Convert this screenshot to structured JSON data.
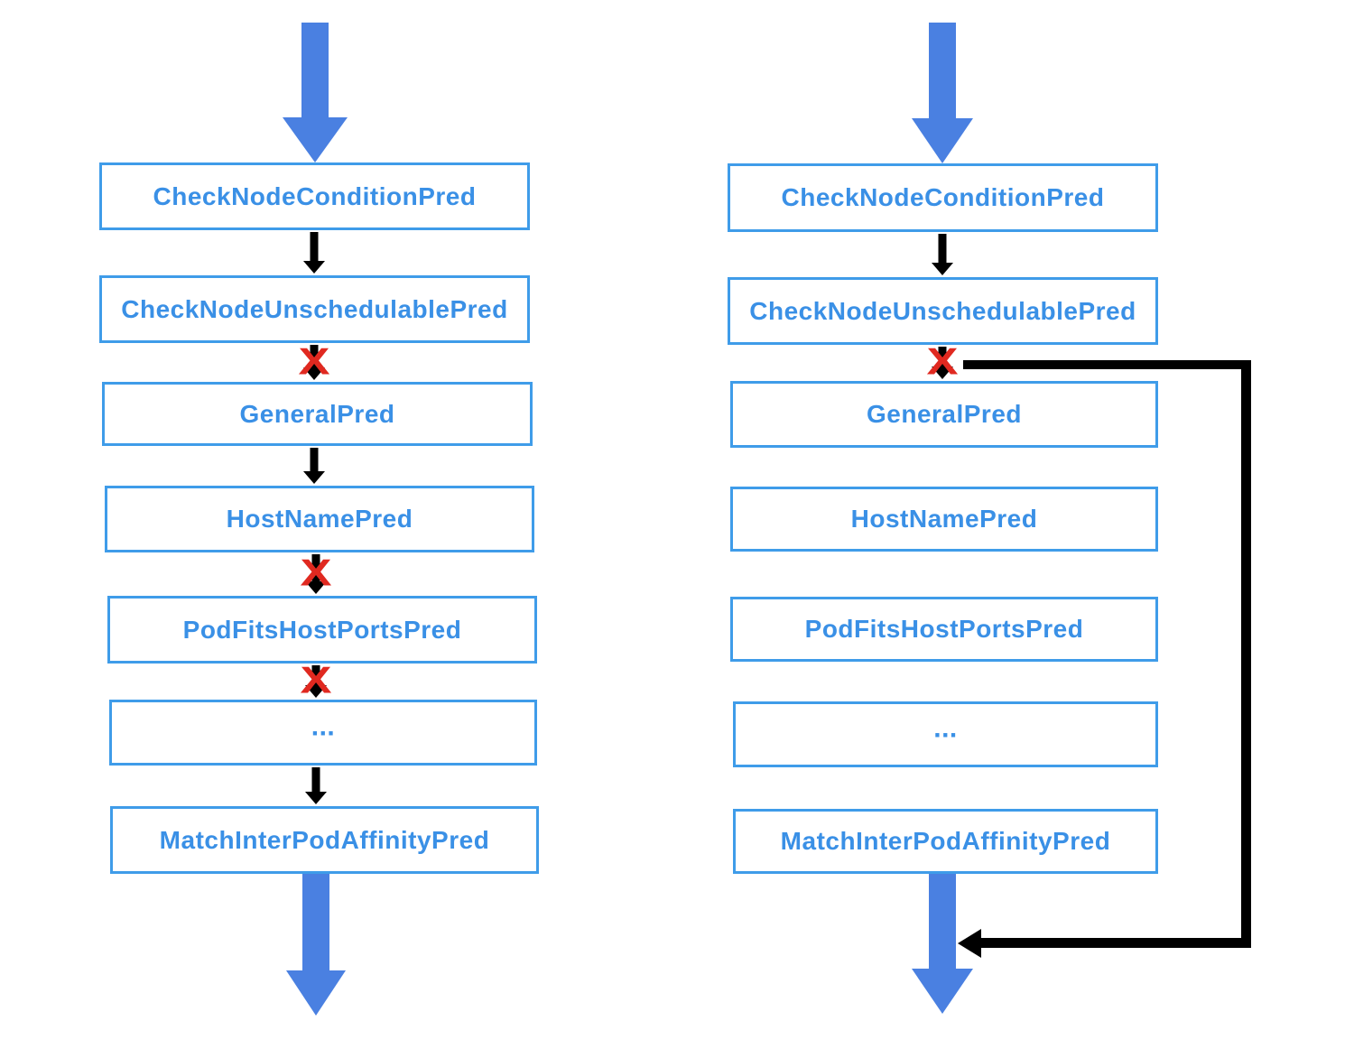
{
  "glyphs": {
    "fail_x": "X"
  },
  "colors": {
    "box_border": "#3f9ce9",
    "box_text": "#3a90e6",
    "big_arrow_blue": "#4a80e1",
    "connector_black": "#000000",
    "fail_x_red": "#e02920",
    "background": "#ffffff"
  },
  "flows": {
    "left": {
      "nodes": [
        "CheckNodeConditionPred",
        "CheckNodeUnschedulablePred",
        "GeneralPred",
        "HostNamePred",
        "PodFitsHostPortsPred",
        "...",
        "MatchInterPodAffinityPred"
      ],
      "connectors": [
        {
          "from": 0,
          "to": 1,
          "type": "pass-arrow"
        },
        {
          "from": 1,
          "to": 2,
          "type": "fail-x-arrow"
        },
        {
          "from": 2,
          "to": 3,
          "type": "pass-arrow"
        },
        {
          "from": 3,
          "to": 4,
          "type": "fail-x-arrow"
        },
        {
          "from": 4,
          "to": 5,
          "type": "fail-x-arrow"
        },
        {
          "from": 5,
          "to": 6,
          "type": "pass-arrow"
        }
      ],
      "entry": "big-down-arrow",
      "exit": "big-down-arrow"
    },
    "right": {
      "nodes": [
        "CheckNodeConditionPred",
        "CheckNodeUnschedulablePred",
        "GeneralPred",
        "HostNamePred",
        "PodFitsHostPortsPred",
        "...",
        "MatchInterPodAffinityPred"
      ],
      "connectors": [
        {
          "from": 0,
          "to": 1,
          "type": "pass-arrow"
        },
        {
          "from": 1,
          "to": 2,
          "type": "fail-x-arrow"
        }
      ],
      "skip_edge": {
        "from_after": "CheckNodeUnschedulablePred",
        "to": "exit-arrow",
        "shape": "right-elbow-bypass"
      },
      "entry": "big-down-arrow",
      "exit": "big-down-arrow"
    }
  }
}
